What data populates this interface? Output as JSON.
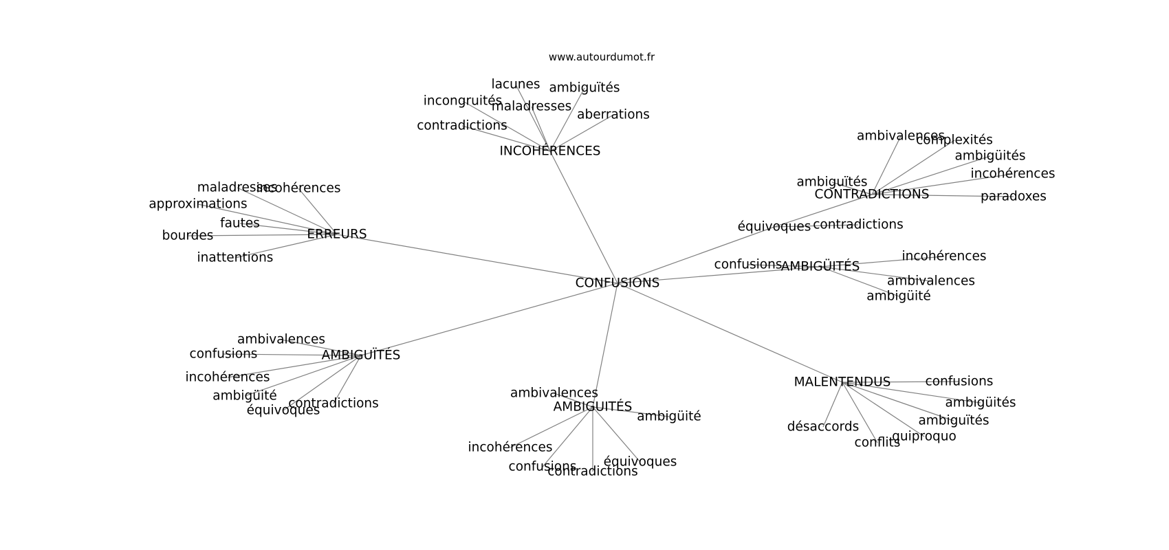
{
  "source_label": "www.autourdumot.fr",
  "root": "CONFUSIONS",
  "clusters": [
    {
      "id": "incoherences",
      "label": "INCOHÉRENCES",
      "leaves": [
        "lacunes",
        "ambiguïtés",
        "incongruités",
        "maladresses",
        "aberrations",
        "contradictions"
      ]
    },
    {
      "id": "erreurs",
      "label": "ERREURS",
      "leaves": [
        "maladresses",
        "incohérences",
        "approximations",
        "fautes",
        "bourdes",
        "inattentions"
      ]
    },
    {
      "id": "equivoques",
      "label": "équivoques",
      "children": [
        {
          "id": "contradictions-hub",
          "label": "CONTRADICTIONS",
          "leaves": [
            "ambivalences",
            "complexités",
            "ambigüités",
            "incohérences",
            "ambiguïtés",
            "paradoxes"
          ]
        },
        {
          "id": "contradictions-leaf",
          "label": "contradictions"
        }
      ]
    },
    {
      "id": "ambiguites-right",
      "label": "AMBIGÜITÉS",
      "leaves": [
        "confusions",
        "incohérences",
        "ambivalences",
        "ambigüité"
      ]
    },
    {
      "id": "ambiguites-left",
      "label": "AMBIGUÏTÉS",
      "leaves": [
        "ambivalences",
        "confusions",
        "incohérences",
        "ambigüité",
        "contradictions",
        "équivoques"
      ]
    },
    {
      "id": "ambiguites-bottom",
      "label": "AMBIGUITÉS",
      "leaves": [
        "ambivalences",
        "ambigüité",
        "incohérences",
        "confusions",
        "contradictions",
        "équivoques"
      ]
    },
    {
      "id": "malentendus",
      "label": "MALENTENDUS",
      "leaves": [
        "confusions",
        "ambigüités",
        "ambiguïtés",
        "désaccords",
        "quiproquo",
        "conflits"
      ]
    }
  ]
}
